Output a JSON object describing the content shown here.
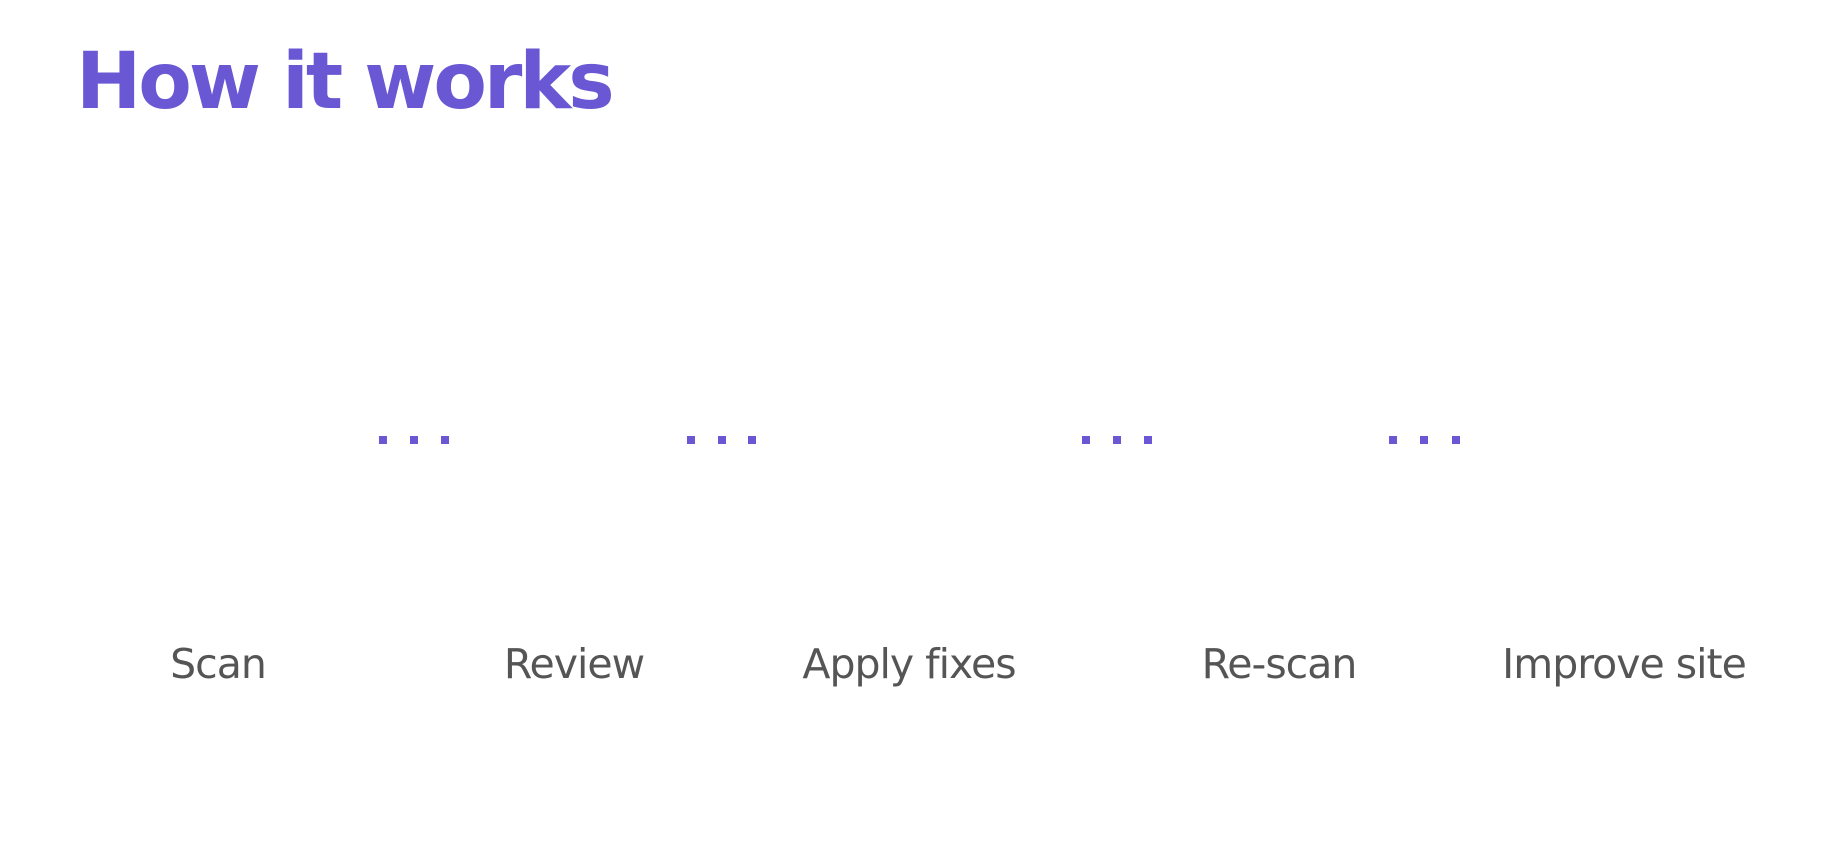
{
  "header": {
    "title": "How it works"
  },
  "colors": {
    "accent": "#6a57d3",
    "icon_fill": "#8674de",
    "illustration_purple": "#a08ef2",
    "ink": "#1e2a36",
    "label": "#555555"
  },
  "steps": [
    {
      "label": "Scan",
      "icon": "globe-scan-icon"
    },
    {
      "label": "Review",
      "icon": "telescope-icon"
    },
    {
      "label": "Apply fixes",
      "icon": "magnifier-report-icon"
    },
    {
      "label": "Re-scan",
      "icon": "telescope-icon"
    },
    {
      "label": "Improve site",
      "icon": "monitor-flag-icon"
    }
  ],
  "connectors": [
    {
      "dots": 3
    },
    {
      "dots": 3
    },
    {
      "dots": 3
    },
    {
      "dots": 3
    }
  ]
}
